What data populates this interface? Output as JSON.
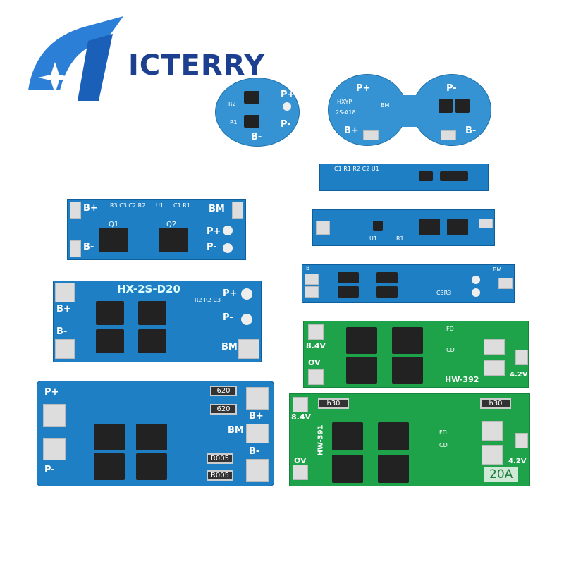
{
  "logo": {
    "brand": "ICTERRY",
    "colors": {
      "logo_blue": "#1e6fc8",
      "text": "#1c3f8f"
    }
  },
  "boards": {
    "round": {
      "labels": [
        "P+",
        "P-",
        "B-",
        "R2",
        "R1"
      ]
    },
    "peanut": {
      "labels": [
        "P+",
        "P-",
        "B+",
        "B-",
        "HXYP",
        "2S-A18",
        "BM"
      ]
    },
    "strip": {
      "labels": [
        "C1 R1 R2 C2 U1"
      ]
    },
    "b4": {
      "labels": [
        "B+",
        "B-",
        "R3 C3 C2 R2",
        "U1",
        "C1 R1",
        "Q1",
        "Q2",
        "BM",
        "P+",
        "P-"
      ]
    },
    "b5": {
      "labels": [
        "U1",
        "R1"
      ]
    },
    "b6": {
      "labels": [
        "B",
        "BM",
        "C3R3"
      ]
    },
    "hx": {
      "labels": [
        "HX-2S-D20",
        "B+",
        "B-",
        "P+",
        "P-",
        "BM",
        "R2 R2 C3"
      ]
    },
    "hw392": {
      "labels": [
        "8.4V",
        "OV",
        "FD",
        "CD",
        "HW-392",
        "4.2V"
      ]
    },
    "big": {
      "labels": [
        "P+",
        "P-",
        "B+",
        "B-",
        "BM",
        "620",
        "620",
        "R005",
        "R005"
      ]
    },
    "hw391": {
      "labels": [
        "8.4V",
        "OV",
        "HW-391",
        "FD",
        "CD",
        "4.2V",
        "20A",
        "h30",
        "h30"
      ]
    }
  },
  "colors": {
    "pcb_blue": "#1f7fc4",
    "pcb_light_blue": "#3593d3",
    "pcb_green": "#1fa34a"
  }
}
